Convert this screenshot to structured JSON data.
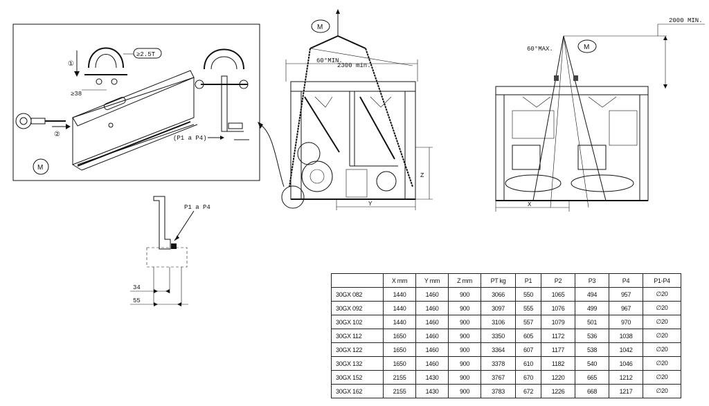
{
  "labels": {
    "m": "M",
    "shackle_rating": "≥2.5T",
    "min_38": "≥38",
    "step1": "①",
    "step2": "②",
    "p1_p4_paren": "(P1 a P4)",
    "p1_p4": "P1 a P4",
    "angle_60_min": "60°MIN.",
    "dist_2300": "2300 min.",
    "angle_60_max": "60°MAX.",
    "dist_2000": "2000 MIN.",
    "dim_z": "Z",
    "dim_y": "Y",
    "dim_x": "X",
    "dim_34": "34",
    "dim_55": "55"
  },
  "table": {
    "headers": [
      "",
      "X mm",
      "Y mm",
      "Z mm",
      "PT kg",
      "P1",
      "P2",
      "P3",
      "P4",
      "P1-P4"
    ],
    "rows": [
      [
        "30GX 082",
        "1440",
        "1460",
        "900",
        "3066",
        "550",
        "1065",
        "494",
        "957",
        "∅20"
      ],
      [
        "30GX 092",
        "1440",
        "1460",
        "900",
        "3097",
        "555",
        "1076",
        "499",
        "967",
        "∅20"
      ],
      [
        "30GX 102",
        "1440",
        "1460",
        "900",
        "3106",
        "557",
        "1079",
        "501",
        "970",
        "∅20"
      ],
      [
        "30GX 112",
        "1650",
        "1460",
        "900",
        "3350",
        "605",
        "1172",
        "536",
        "1038",
        "∅20"
      ],
      [
        "30GX 122",
        "1650",
        "1460",
        "900",
        "3364",
        "607",
        "1177",
        "538",
        "1042",
        "∅20"
      ],
      [
        "30GX 132",
        "1650",
        "1460",
        "900",
        "3378",
        "610",
        "1182",
        "540",
        "1046",
        "∅20"
      ],
      [
        "30GX 152",
        "2155",
        "1430",
        "900",
        "3767",
        "670",
        "1220",
        "665",
        "1212",
        "∅20"
      ],
      [
        "30GX 162",
        "2155",
        "1430",
        "900",
        "3783",
        "672",
        "1226",
        "668",
        "1217",
        "∅20"
      ]
    ]
  }
}
